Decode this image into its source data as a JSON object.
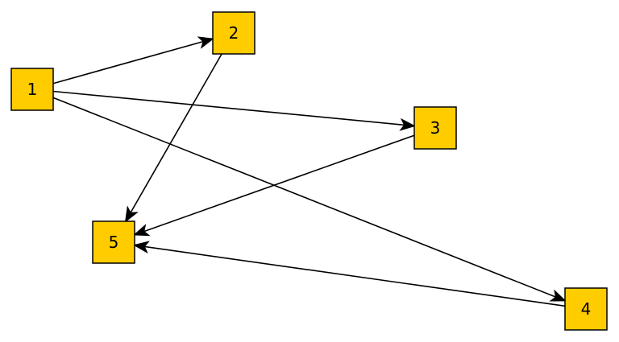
{
  "diagram": {
    "type": "directed-graph",
    "node_color": "#FFCC00",
    "edge_color": "#000000",
    "nodes": [
      {
        "id": "1",
        "label": "1"
      },
      {
        "id": "2",
        "label": "2"
      },
      {
        "id": "3",
        "label": "3"
      },
      {
        "id": "4",
        "label": "4"
      },
      {
        "id": "5",
        "label": "5"
      }
    ],
    "edges": [
      {
        "from": "1",
        "to": "2"
      },
      {
        "from": "1",
        "to": "3"
      },
      {
        "from": "1",
        "to": "4"
      },
      {
        "from": "2",
        "to": "5"
      },
      {
        "from": "3",
        "to": "5"
      },
      {
        "from": "4",
        "to": "5"
      }
    ]
  }
}
